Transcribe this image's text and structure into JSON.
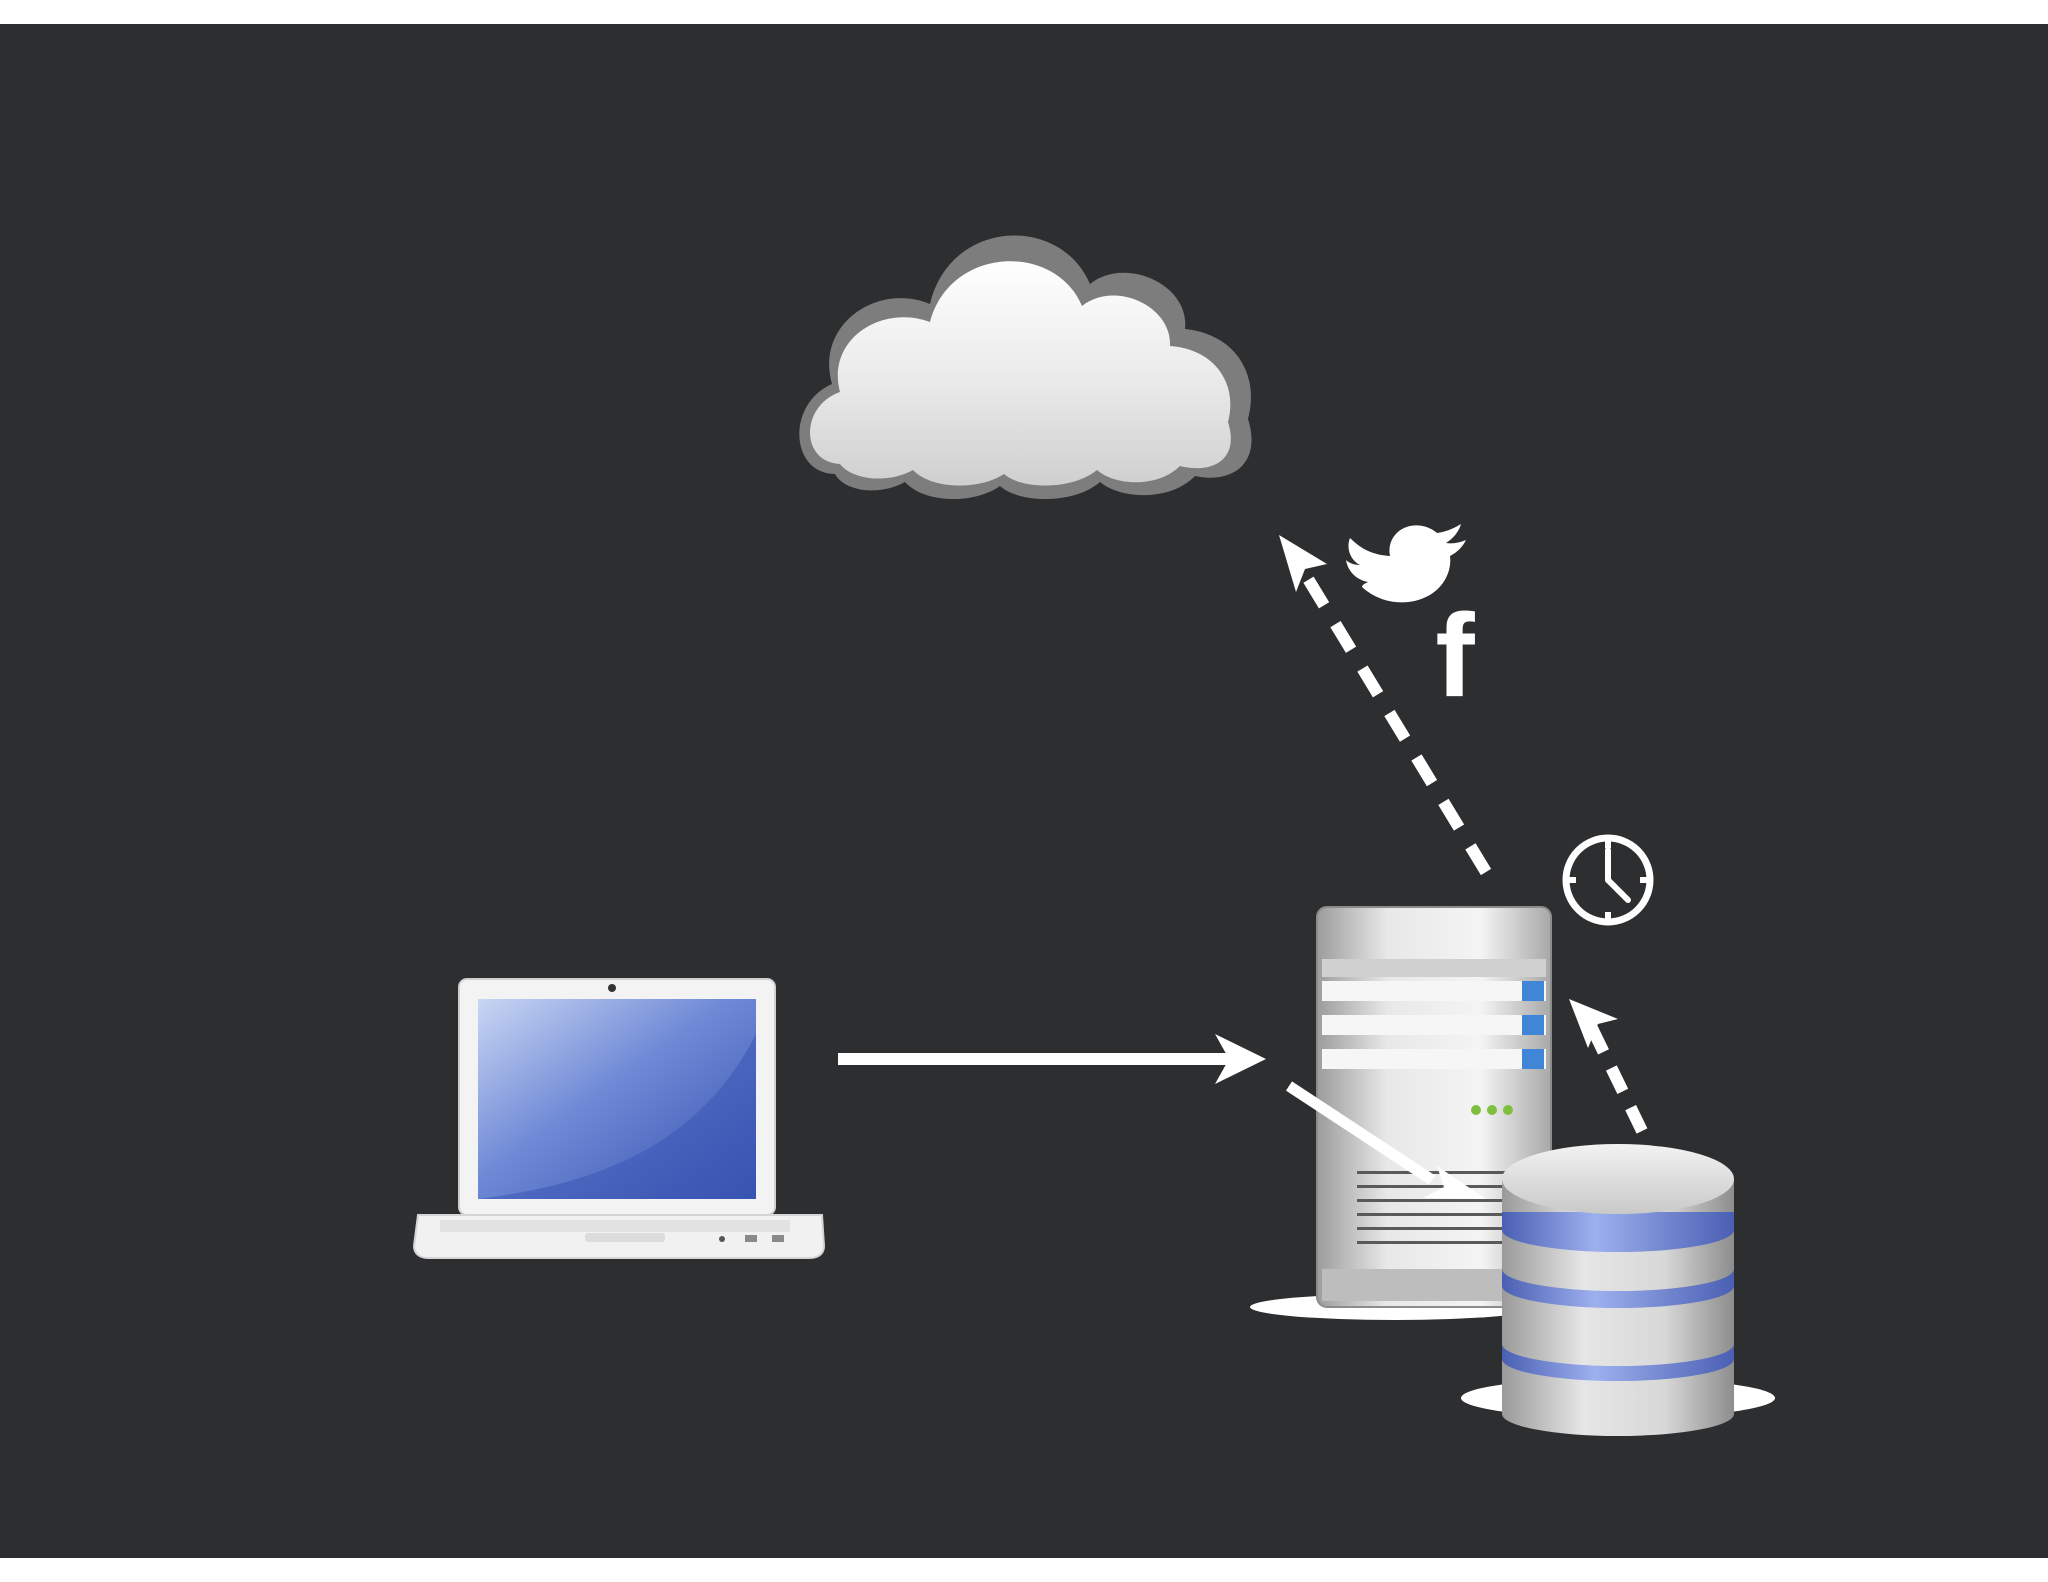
{
  "diagram": {
    "nodes": [
      {
        "id": "cloud",
        "icon": "cloud-icon"
      },
      {
        "id": "laptop",
        "icon": "laptop-icon"
      },
      {
        "id": "server",
        "icon": "server-icon"
      },
      {
        "id": "database",
        "icon": "database-icon"
      }
    ],
    "edges": [
      {
        "from": "laptop",
        "to": "server",
        "style": "solid"
      },
      {
        "from": "server",
        "to": "database",
        "style": "solid"
      },
      {
        "from": "database",
        "to": "server",
        "style": "dashed"
      },
      {
        "from": "server",
        "to": "cloud",
        "style": "dashed"
      }
    ],
    "annotations": [
      {
        "icon": "twitter-bird-icon"
      },
      {
        "icon": "facebook-icon",
        "text": "f"
      },
      {
        "icon": "clock-icon"
      }
    ],
    "colors": {
      "background": "#2d2e30",
      "arrow": "#ffffff",
      "screen": "#4f6fc6",
      "db_band": "#7f97e0"
    }
  }
}
